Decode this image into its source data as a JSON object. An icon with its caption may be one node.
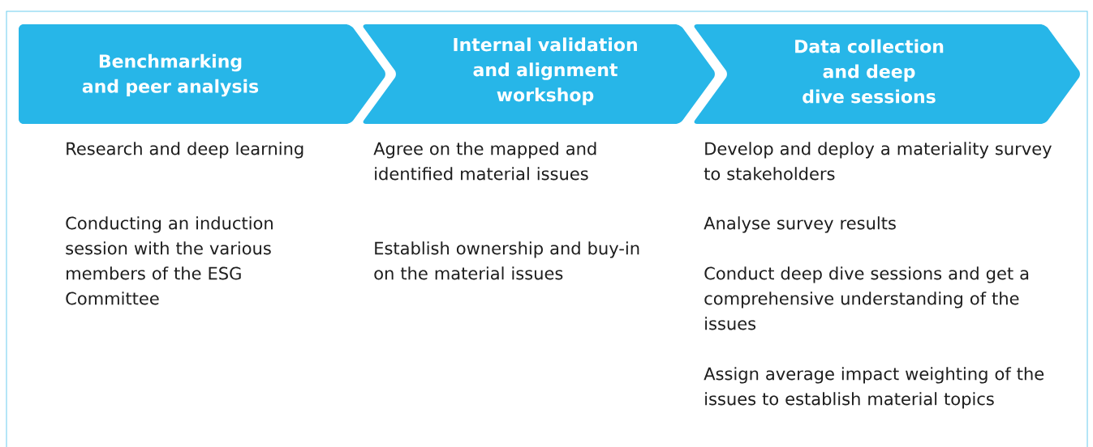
{
  "diagram": {
    "nodes": [
      {
        "text": [
          "Benchmarking and peer analysis"
        ]
      },
      {
        "text": [
          "Internal validation and alignment workshop"
        ]
      },
      {
        "text": [
          "Data collection and deep dive sessions"
        ]
      }
    ],
    "labels": [
      "Research and deep learning",
      "Conducting an induction session with the various members of the ESG Committee",
      "Agree on the mapped and identified material issues",
      "Establish ownership and buy-in on the material issues",
      "Develop and deploy a materiality survey to stakeholders",
      "Analyse survey results",
      "Conduct deep dive sessions and get a comprehensive understanding of the issues",
      "Assign average impact weighting of the issues to establish material topics"
    ]
  }
}
